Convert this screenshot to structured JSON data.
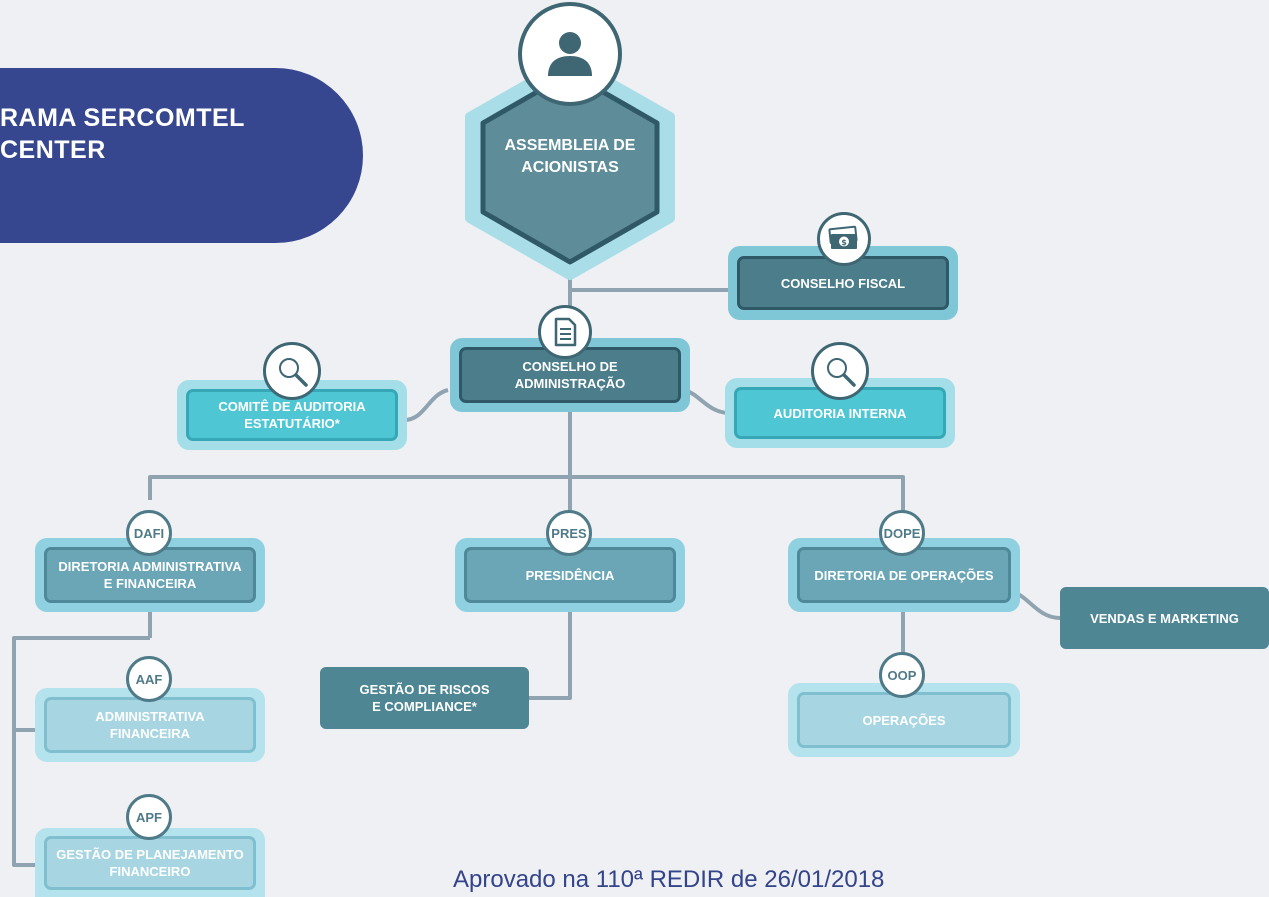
{
  "header": {
    "title_line1": "RAMA SERCOMTEL",
    "title_line2": "CENTER"
  },
  "root": {
    "line1": "ASSEMBLEIA DE",
    "line2": "ACIONISTAS"
  },
  "conselho_fiscal": {
    "label": "CONSELHO FISCAL"
  },
  "conselho_admin": {
    "line1": "CONSELHO DE",
    "line2": "ADMINISTRAÇÃO"
  },
  "comite": {
    "line1": "COMITÊ DE AUDITORIA",
    "line2": "ESTATUTÁRIO*"
  },
  "auditoria": {
    "label": "AUDITORIA INTERNA"
  },
  "dafi": {
    "code": "DAFI",
    "line1": "DIRETORIA ADMINISTRATIVA",
    "line2": "E FINANCEIRA"
  },
  "pres": {
    "code": "PRES",
    "label": "PRESIDÊNCIA"
  },
  "dope": {
    "code": "DOPE",
    "label": "DIRETORIA DE OPERAÇÕES"
  },
  "vendas": {
    "label": "VENDAS E MARKETING"
  },
  "aaf": {
    "code": "AAF",
    "line1": "ADMINISTRATIVA",
    "line2": "FINANCEIRA"
  },
  "apf": {
    "code": "APF",
    "line1": "GESTÃO DE PLANEJAMENTO",
    "line2": "FINANCEIRO"
  },
  "riscos": {
    "line1": "GESTÃO DE RISCOS",
    "line2": "E COMPLIANCE*"
  },
  "oop": {
    "code": "OOP",
    "label": "OPERAÇÕES"
  },
  "footer": {
    "text": "Aprovado na 110ª REDIR de 26/01/2018"
  },
  "colors": {
    "banner": "#37478f",
    "connector": "#8fa3b0",
    "dark_node": "#4c7d8b",
    "teal_node": "#4fc6d3",
    "light_node": "#a7d5e1"
  },
  "icons": {
    "root": "person-icon",
    "conselho_fiscal": "money-icon",
    "conselho_admin": "document-icon",
    "comite": "magnifier-icon",
    "auditoria": "magnifier-icon"
  }
}
